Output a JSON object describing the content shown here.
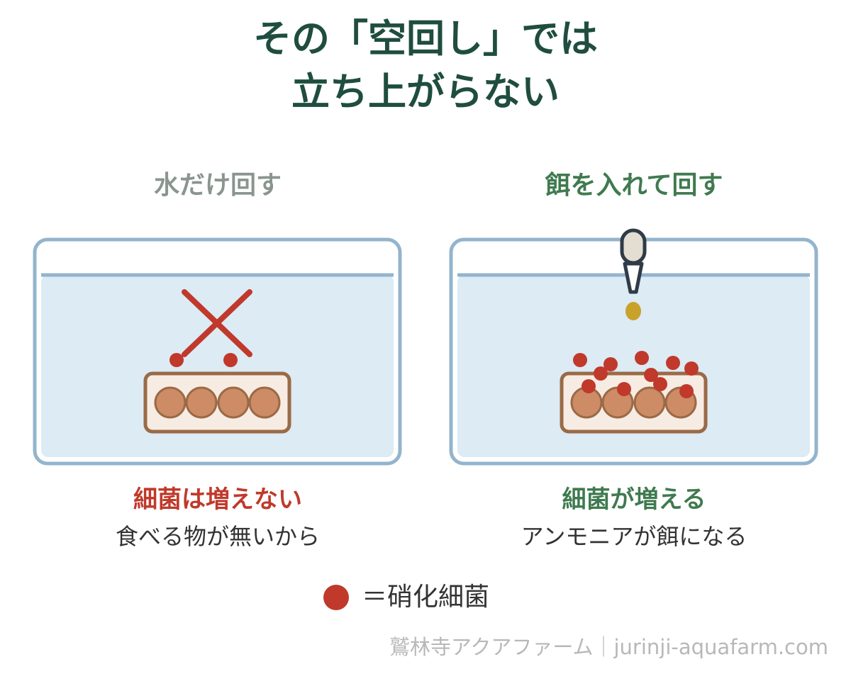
{
  "title": {
    "line1": "その「空回し」では",
    "line2": "立ち上がらない"
  },
  "left_panel": {
    "heading": "水だけ回す",
    "result": "細菌は増えない",
    "description": "食べる物が無いから"
  },
  "right_panel": {
    "heading": "餌を入れて回す",
    "result": "細菌が増える",
    "description": "アンモニアが餌になる"
  },
  "legend": {
    "label": "＝硝化細菌"
  },
  "footer": "鷲林寺アクアファーム｜jurinji-aquafarm.com",
  "colors": {
    "title": "#1f4d3f",
    "accent_green": "#3f7a4f",
    "muted_gray": "#8a958f",
    "bacteria_red": "#c0392b",
    "tank_border": "#93b4cc",
    "water": "#dcebf4",
    "filter_brown": "#9a6a46",
    "media_ball": "#cd8b66",
    "food_pellet": "#c9a22b"
  }
}
